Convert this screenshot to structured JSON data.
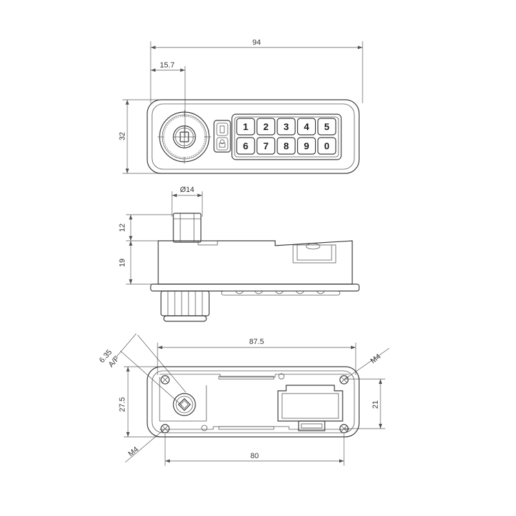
{
  "dimensions": {
    "front_width": "94",
    "front_knob_offset": "15.7",
    "front_height": "32",
    "side_diameter": "Ø14",
    "side_spindle_height": "12",
    "side_body_height": "19",
    "back_width": "87.5",
    "back_af": "6.35\nA/F",
    "back_af_line1": "6.35",
    "back_af_line2": "A/F",
    "back_height_left": "27.5",
    "back_hole_spacing": "80",
    "back_height_right": "21",
    "back_thread_top": "M4",
    "back_thread_bottom": "M4"
  },
  "keypad": {
    "row1": [
      "1",
      "2",
      "3",
      "4",
      "5"
    ],
    "row2": [
      "6",
      "7",
      "8",
      "9",
      "0"
    ]
  },
  "colors": {
    "line": "#3a3a3a",
    "dimension": "#555555",
    "text": "#333333"
  },
  "icons": {
    "function_key_top": "battery-icon",
    "function_key_bottom": "lock-icon"
  }
}
